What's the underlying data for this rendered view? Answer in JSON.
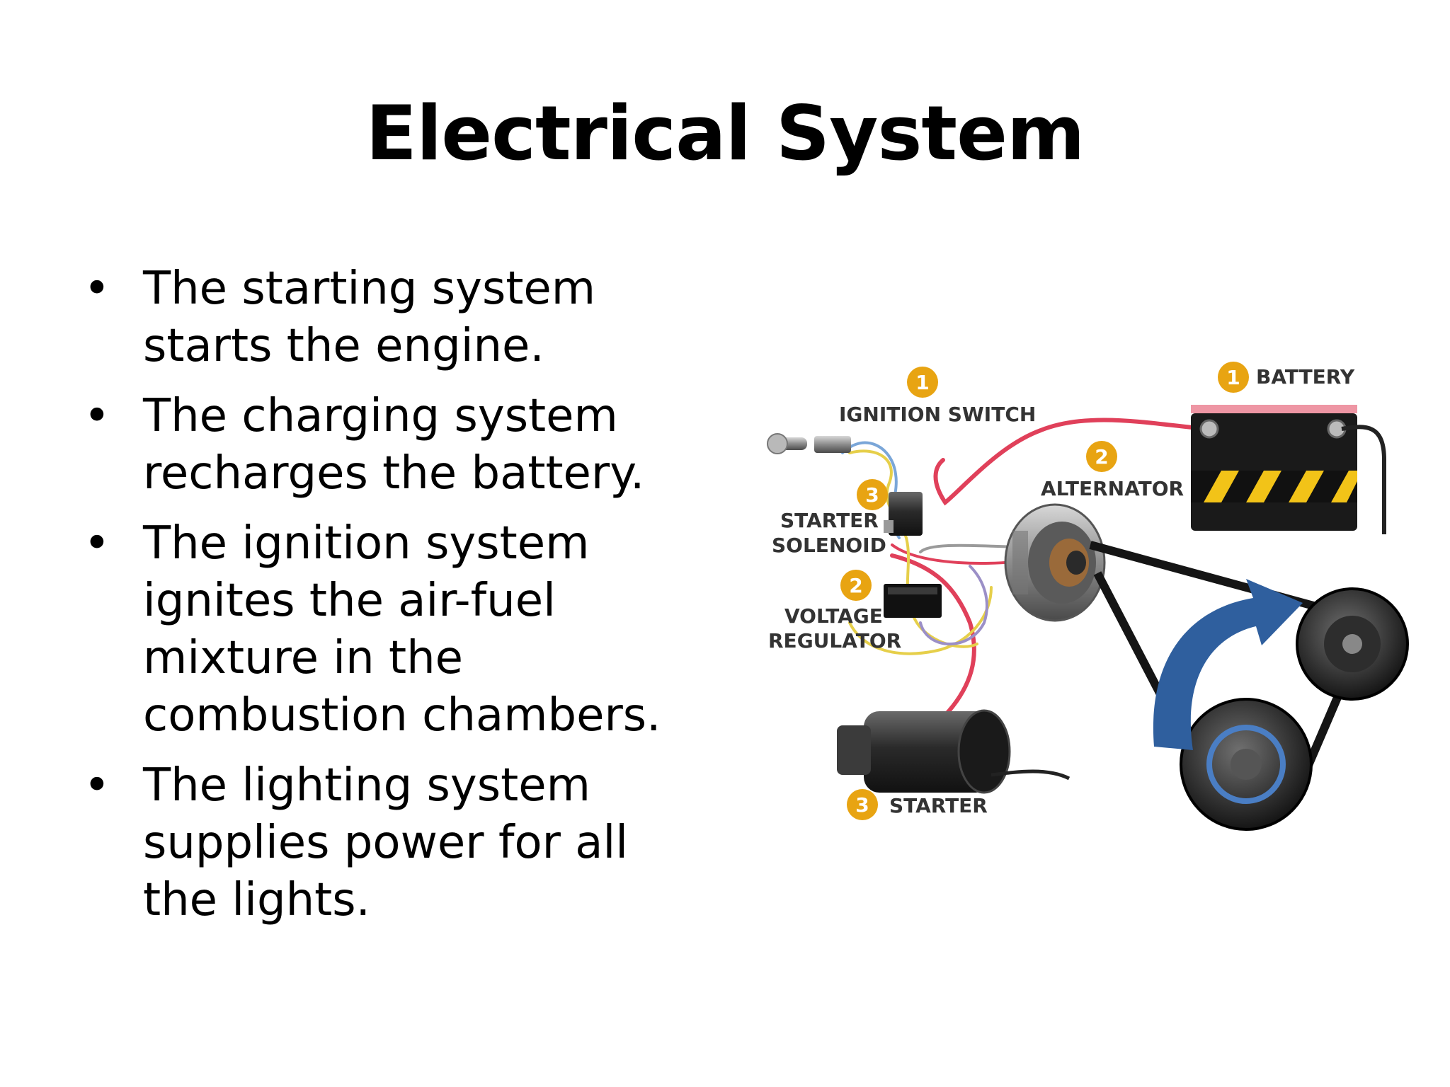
{
  "slide": {
    "title": "Electrical System",
    "bullets": [
      {
        "marker": "•",
        "text": "The starting system starts the engine."
      },
      {
        "marker": "•",
        "text": "The charging system recharges the battery."
      },
      {
        "marker": "•",
        "text": "The ignition system ignites the air-fuel mixture in the combustion chambers."
      },
      {
        "marker": "•",
        "text": "The lighting system supplies power for all the lights."
      }
    ]
  },
  "diagram": {
    "labels": {
      "ignition_switch": "IGNITION SWITCH",
      "battery": "BATTERY",
      "alternator": "ALTERNATOR",
      "starter_solenoid_1": "STARTER",
      "starter_solenoid_2": "SOLENOID",
      "voltage_regulator_1": "VOLTAGE",
      "voltage_regulator_2": "REGULATOR",
      "starter": "STARTER"
    },
    "badges": {
      "ignition_switch": "1",
      "battery": "1",
      "alternator": "2",
      "starter_solenoid": "3",
      "voltage_regulator": "2",
      "starter": "3"
    },
    "colors": {
      "badge": "#e8a412",
      "wire_red": "#e0405a",
      "wire_yellow": "#e6cf4a",
      "wire_blue": "#7aa6d8",
      "arrow": "#2f5f9e",
      "battery_body": "#1a1a1a",
      "battery_stripe": "#f2c318"
    }
  }
}
